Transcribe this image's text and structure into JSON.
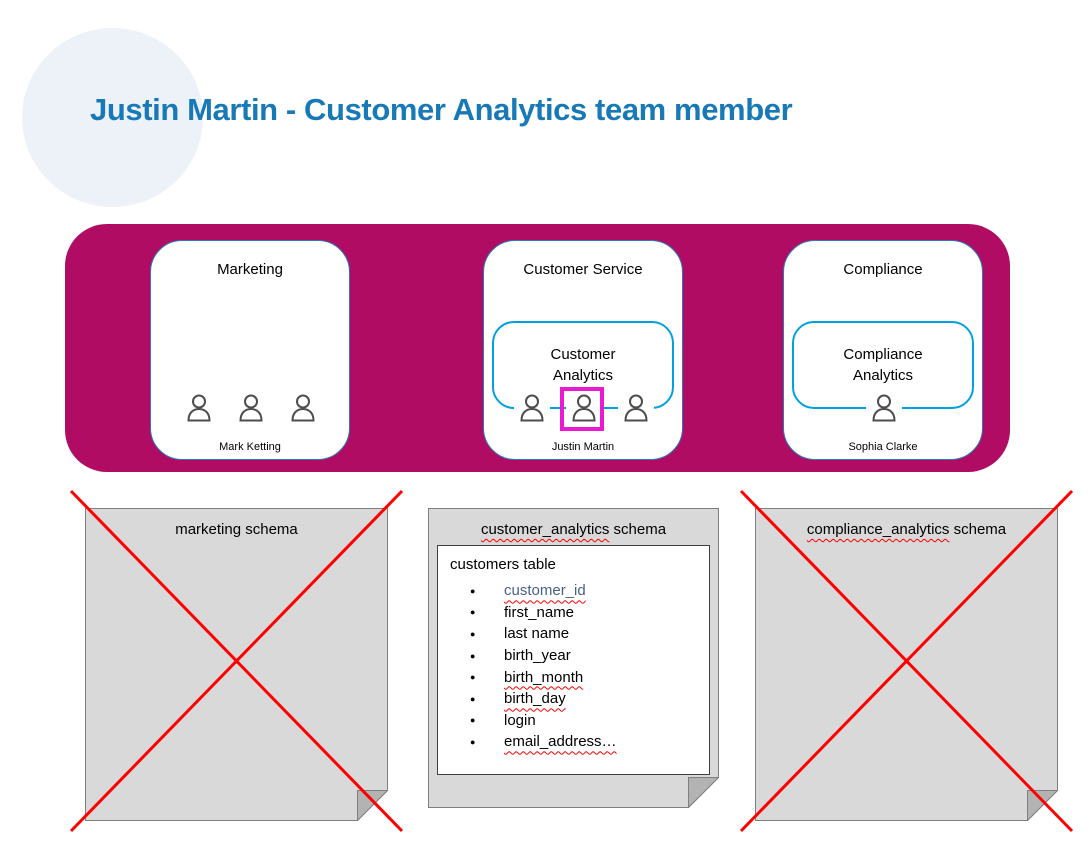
{
  "colors": {
    "title_blue": "#1879b7",
    "panel_magenta": "#b00c64",
    "dept_border_blue": "#2e79b9",
    "analytics_cyan": "#00a1de",
    "highlight_magenta": "#e91ad0",
    "person_grey": "#4d4d4d",
    "note_fill": "#d9d9d9",
    "note_border": "#7f7f7f",
    "note_flap": "#b3b3b3",
    "cross_red": "#ff0000",
    "accent_column": "#4a5f8f",
    "squiggle_red": "#ff0000",
    "deco_circle": "#edf1f8"
  },
  "page": {
    "title": "Justin Martin - Customer Analytics team member"
  },
  "org": {
    "departments": [
      {
        "name": "Marketing",
        "caption": "Mark Ketting"
      },
      {
        "name": "Customer Service",
        "team": "Customer Analytics",
        "caption": "Justin Martin"
      },
      {
        "name": "Compliance",
        "team": "Compliance Analytics",
        "caption": "Sophia Clarke"
      }
    ],
    "highlighted_person": "Justin Martin"
  },
  "schemas": {
    "marketing": {
      "title": "marketing schema",
      "crossed_out": true
    },
    "customer_analytics": {
      "title_word": "customer_analytics",
      "title_suffix": "schema",
      "crossed_out": false,
      "table": {
        "title": "customers table",
        "columns": [
          "customer_id",
          "first_name",
          "last name",
          "birth_year",
          "birth_month",
          "birth_day",
          "login",
          "email_address…"
        ],
        "accent_column": "customer_id",
        "spellcheck_flagged": [
          "customer_analytics",
          "customer_id",
          "birth_month",
          "birth_day",
          "email_address…",
          "compliance_analytics"
        ]
      }
    },
    "compliance_analytics": {
      "title_word": "compliance_analytics",
      "title_suffix": "schema",
      "crossed_out": true
    }
  }
}
